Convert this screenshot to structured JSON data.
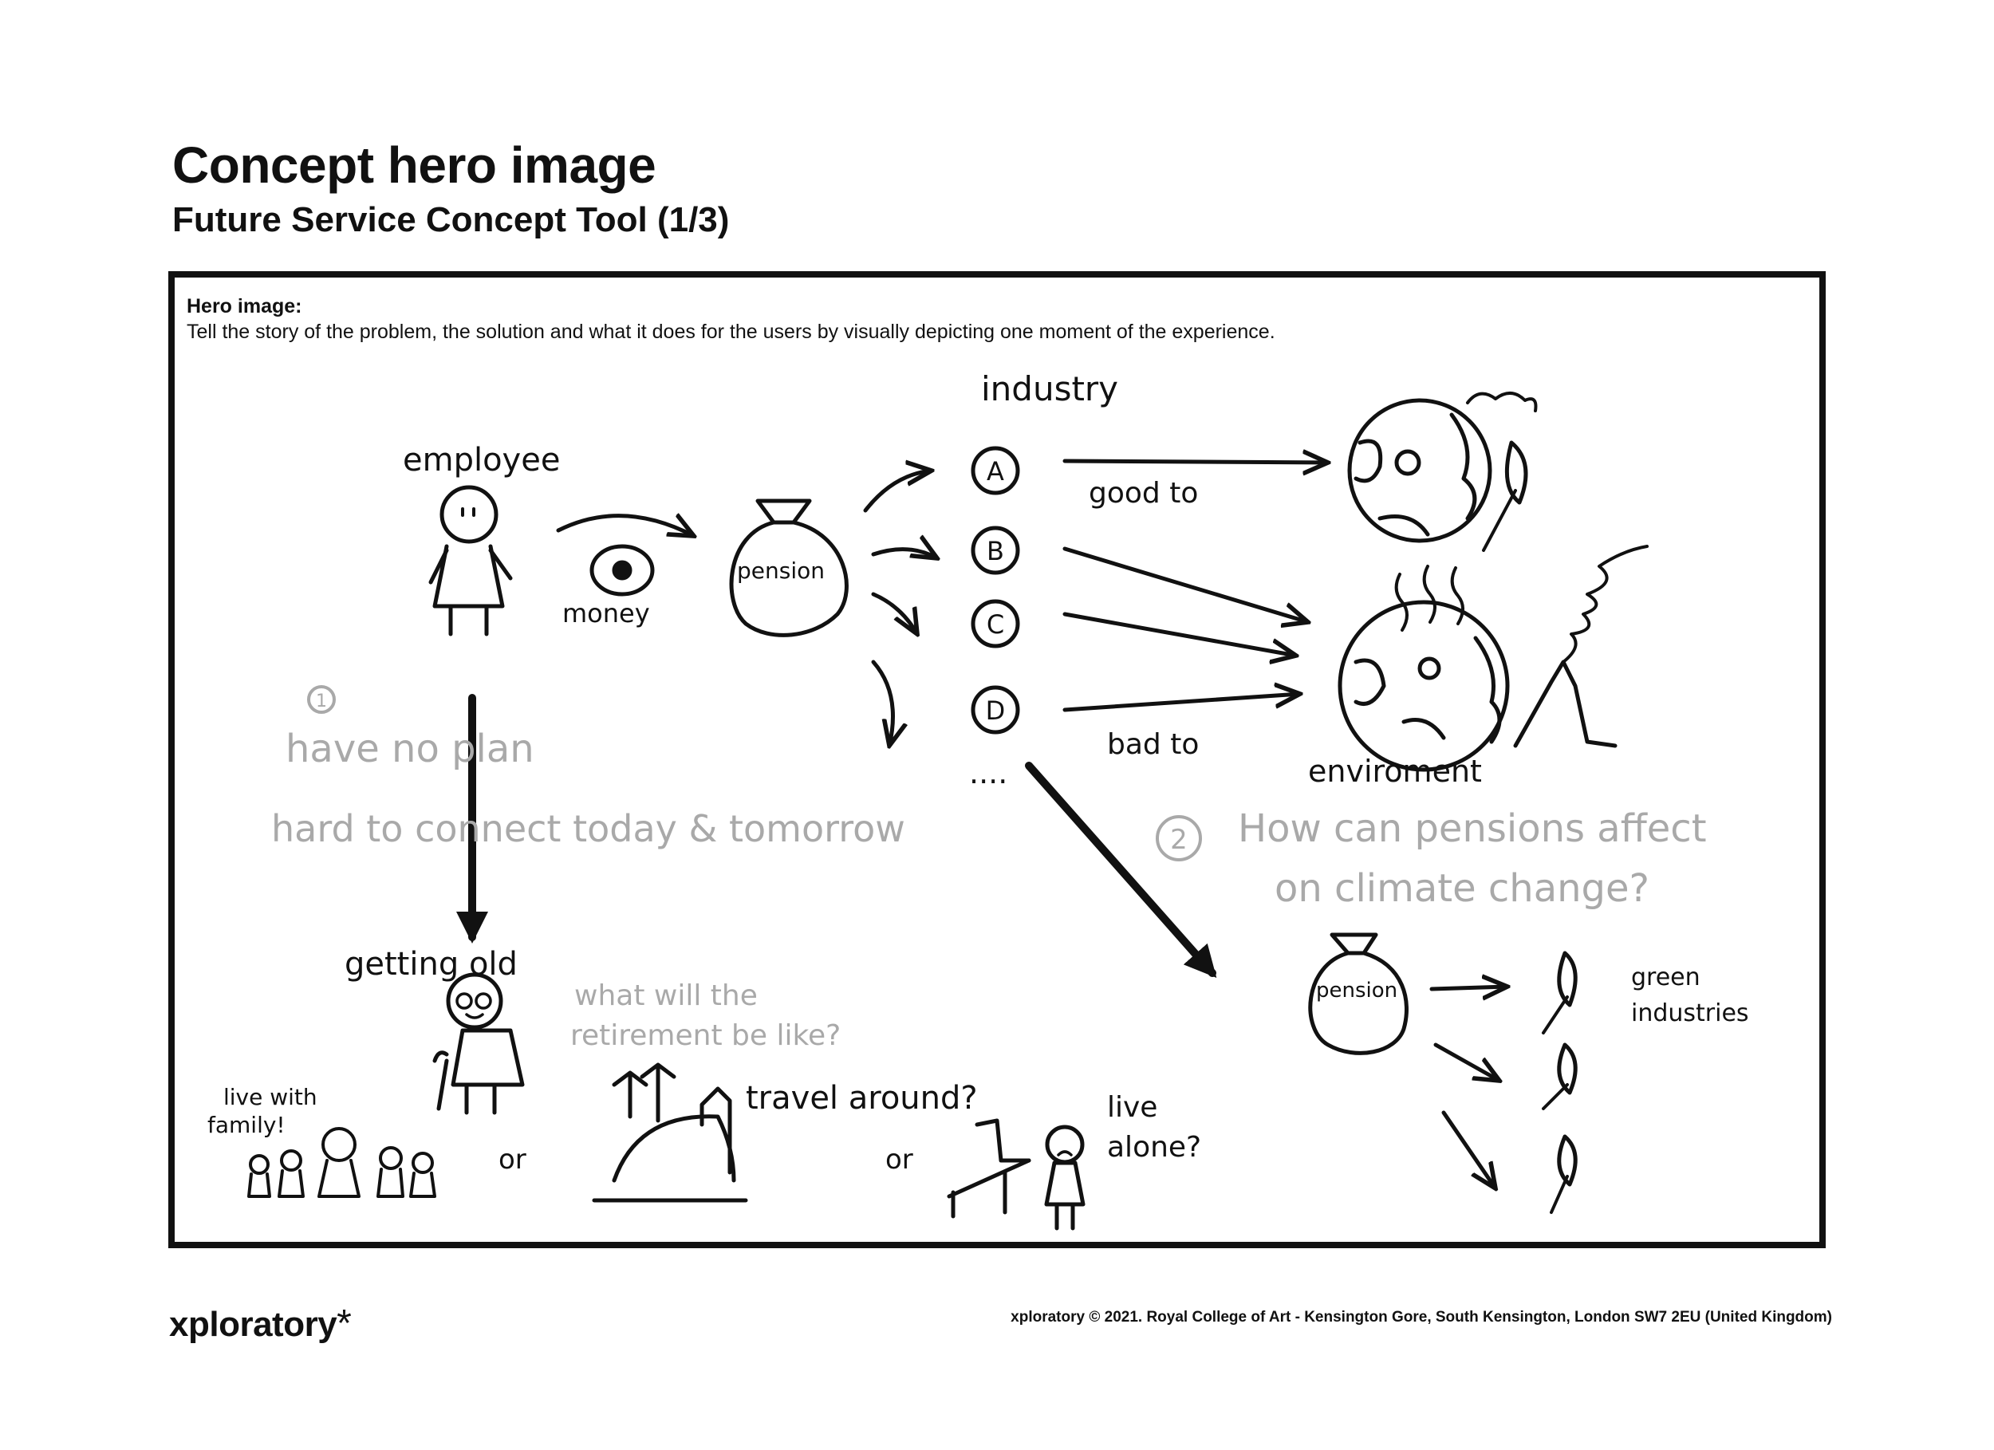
{
  "header": {
    "title": "Concept hero image",
    "subtitle": "Future Service Concept Tool (1/3)"
  },
  "panel": {
    "label": "Hero image:",
    "description": "Tell the story of the problem, the solution and what it does for the users by visually depicting one moment of the experience."
  },
  "sketch": {
    "employee": "employee",
    "money": "money",
    "pension": "pension",
    "industry": "industry",
    "industry_items": [
      "A",
      "B",
      "C",
      "D"
    ],
    "ellipsis": "....",
    "good_to": "good to",
    "bad_to": "bad to",
    "environment": "enviroment",
    "note1_number": "1",
    "note1_line1": "have no plan",
    "note1_line2": "hard to connect today & tomorrow",
    "note2_number": "2",
    "note2_line1": "How can pensions affect",
    "note2_line2": "on climate change?",
    "getting_old": "getting old",
    "retirement_line1": "what will the",
    "retirement_line2": "retirement be like?",
    "live_with_line1": "live with",
    "live_with_line2": "family!",
    "or": "or",
    "travel": "travel around?",
    "live_alone_line1": "live",
    "live_alone_line2": "alone?",
    "pension2": "pension",
    "green_line1": "green",
    "green_line2": "industries",
    "ink_color": "#111111",
    "pencil_color": "#a9a9a9"
  },
  "footer": {
    "logo": "xploratory",
    "logo_mark": "*",
    "copyright": "xploratory © 2021. Royal College of Art - Kensington Gore, South Kensington, London SW7 2EU (United Kingdom)"
  }
}
